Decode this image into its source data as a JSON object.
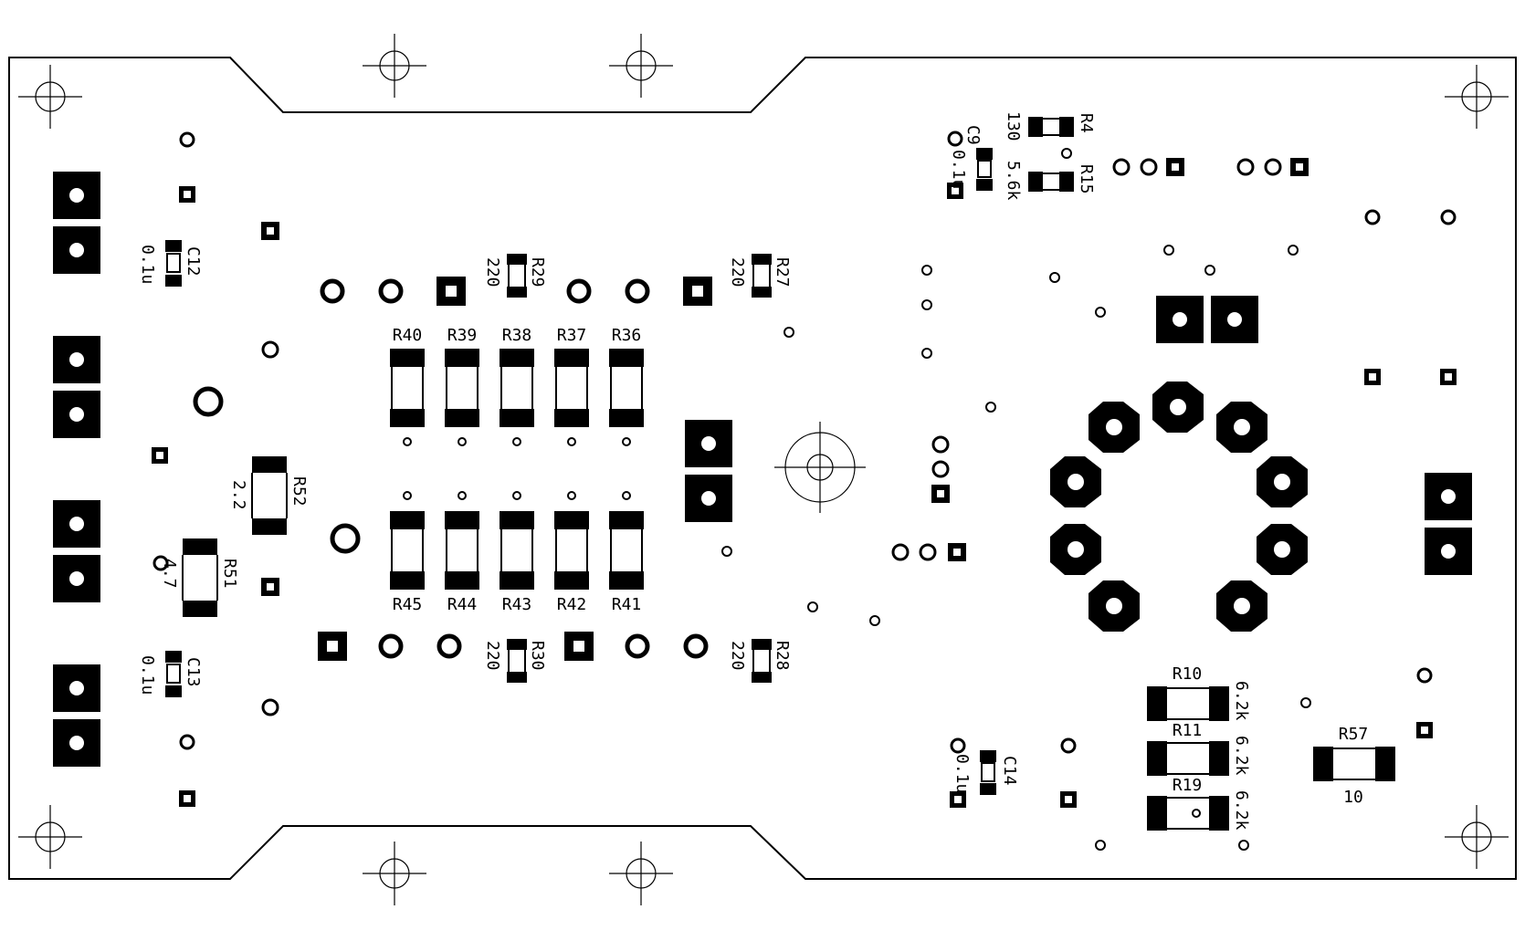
{
  "colors": {
    "background": "#ffffff",
    "ink": "#000000"
  },
  "components": {
    "R40": {
      "ref": "R40"
    },
    "R39": {
      "ref": "R39"
    },
    "R38": {
      "ref": "R38"
    },
    "R37": {
      "ref": "R37"
    },
    "R36": {
      "ref": "R36"
    },
    "R45": {
      "ref": "R45"
    },
    "R44": {
      "ref": "R44"
    },
    "R43": {
      "ref": "R43"
    },
    "R42": {
      "ref": "R42"
    },
    "R41": {
      "ref": "R41"
    },
    "R29": {
      "ref": "R29",
      "value": "220"
    },
    "R27": {
      "ref": "R27",
      "value": "220"
    },
    "R30": {
      "ref": "R30",
      "value": "220"
    },
    "R28": {
      "ref": "R28",
      "value": "220"
    },
    "C12": {
      "ref": "C12",
      "value": "0.1u"
    },
    "C13": {
      "ref": "C13",
      "value": "0.1u"
    },
    "R52": {
      "ref": "R52",
      "value": "2.2"
    },
    "R51": {
      "ref": "R51",
      "value": "4.7"
    },
    "R4": {
      "ref": "R4",
      "value": "130"
    },
    "R15": {
      "ref": "R15",
      "value": "5.6k"
    },
    "C9": {
      "ref": "C9",
      "value": "0.1u"
    },
    "C14": {
      "ref": "C14",
      "value": "0.1u"
    },
    "R10": {
      "ref": "R10",
      "value": "6.2k"
    },
    "R11": {
      "ref": "R11",
      "value": "6.2k"
    },
    "R19": {
      "ref": "R19",
      "value": "6.2k"
    },
    "R57": {
      "ref": "R57",
      "value": "10"
    }
  }
}
